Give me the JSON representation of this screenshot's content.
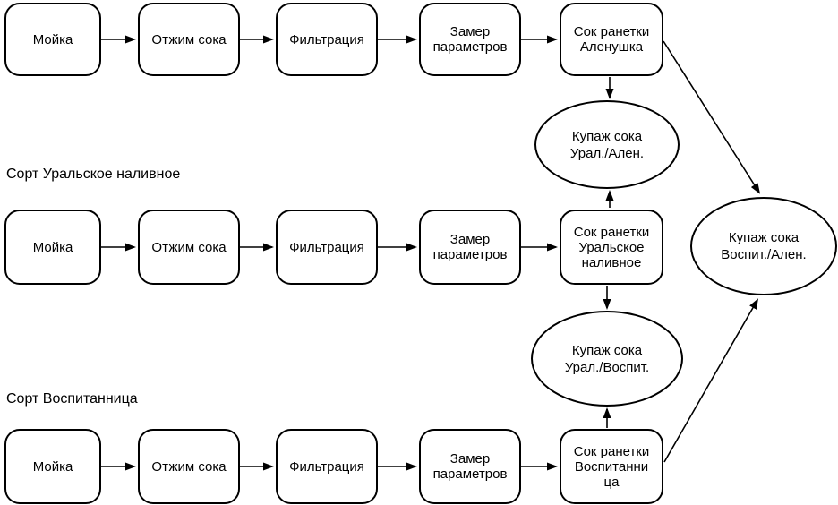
{
  "diagram": {
    "background": "#ffffff",
    "stroke_color": "#000000",
    "variety_labels": {
      "ural": "Сорт Уральское наливное",
      "vospit": "Сорт Воспитанница"
    },
    "rows": [
      {
        "name": "alenushka",
        "steps": [
          "Мойка",
          "Отжим сока",
          "Фильтрация",
          "Замер\nпараметров",
          "Сок ранетки\nАленушка"
        ]
      },
      {
        "name": "uralskoe-nalivnoe",
        "steps": [
          "Мойка",
          "Отжим сока",
          "Фильтрация",
          "Замер\nпараметров",
          "Сок ранетки\nУральское\nналивное"
        ]
      },
      {
        "name": "vospitannitsa",
        "steps": [
          "Мойка",
          "Отжим сока",
          "Фильтрация",
          "Замер\nпараметров",
          "Сок ранетки\nВоспитанни\nца"
        ]
      }
    ],
    "blends": [
      {
        "name": "ural-alen",
        "label": "Купаж сока\nУрал./Ален."
      },
      {
        "name": "ural-vospit",
        "label": "Купаж сока\nУрал./Воспит."
      },
      {
        "name": "vospit-alen",
        "label": "Купаж сока\nВоспит./Ален."
      }
    ]
  }
}
